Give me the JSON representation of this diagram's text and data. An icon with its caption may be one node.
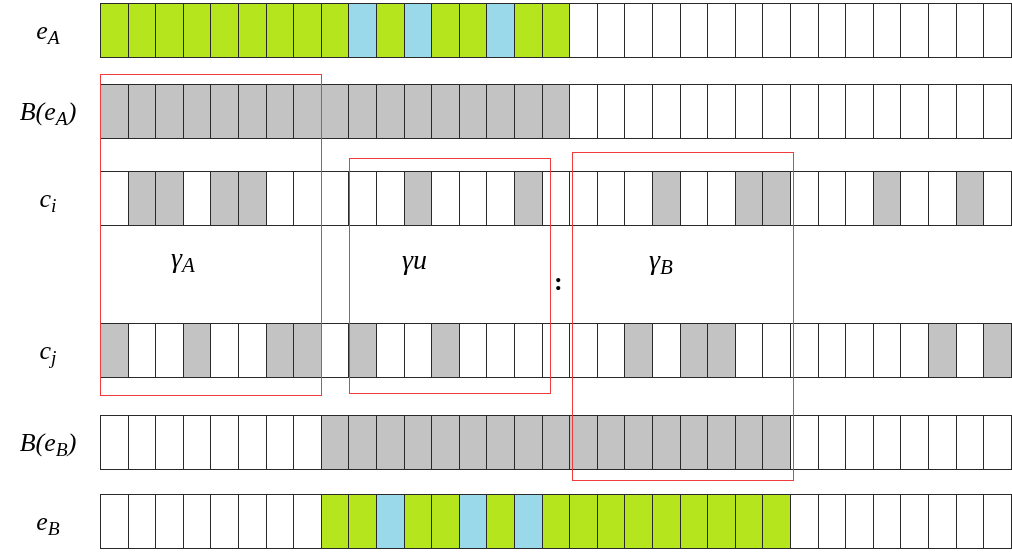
{
  "diagram": {
    "nodes": [
      {
        "text": [
          "e$_{A}$"
        ]
      },
      {
        "text": [
          "γ$_{A}$"
        ]
      },
      {
        "text": [
          "B(e$_{A}$)"
        ]
      },
      {
        "text": [
          "γ$_{B}$"
        ]
      },
      {
        "text": [
          "γu"
        ]
      },
      {
        "text": [
          "c$_{i}$"
        ]
      },
      {
        "text": [
          "c$_{j}$"
        ]
      },
      {
        "text": [
          "B(e$_{B}$)"
        ]
      },
      {
        "text": [
          "e$_{B}$"
        ]
      }
    ],
    "labels": [
      ":"
    ]
  }
}
